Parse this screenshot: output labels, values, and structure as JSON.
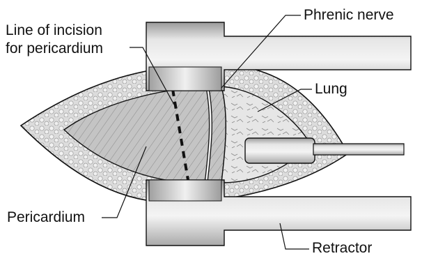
{
  "labels": {
    "incision_line1": "Line of incision",
    "incision_line2": "for pericardium",
    "phrenic_nerve": "Phrenic nerve",
    "lung": "Lung",
    "pericardium": "Pericardium",
    "retractor": "Retractor"
  },
  "colors": {
    "ink": "#111111",
    "background": "#ffffff",
    "retractor_metal": "#cfcfcf",
    "retractor_highlight": "#eeeeee",
    "tissue_fat": "#d8d8d8",
    "pericardium": "#bdbdbd",
    "lung": "#e2e2e2"
  }
}
